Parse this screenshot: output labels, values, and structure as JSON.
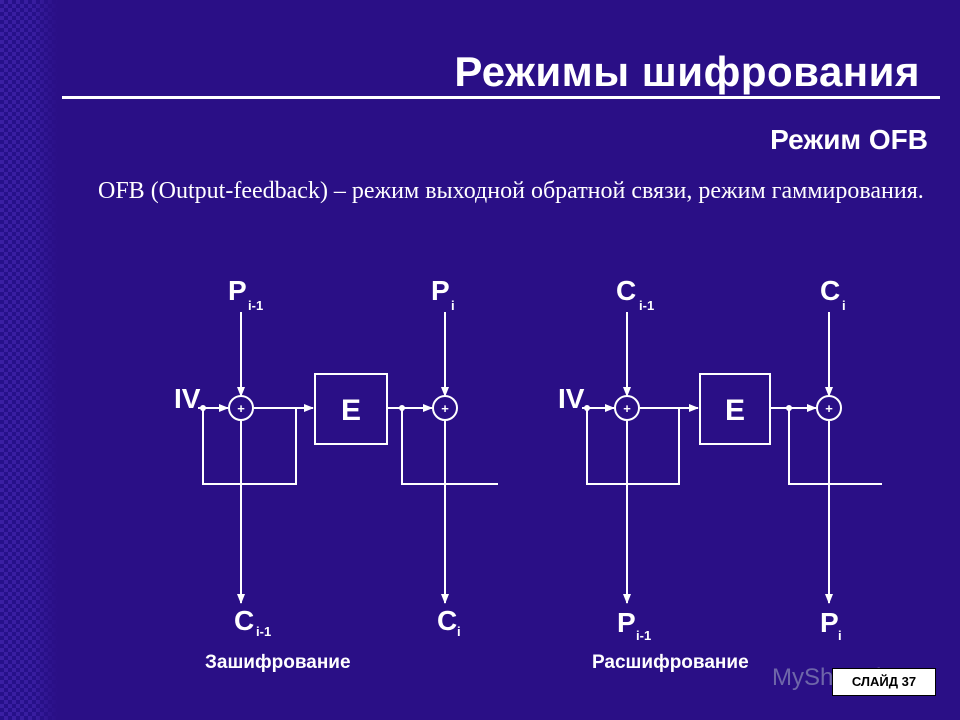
{
  "slide": {
    "title": "Режимы шифрования",
    "subtitle": "Режим OFB",
    "description": "OFB (Output-feedback) – режим выходной обратной связи, режим гаммирования.",
    "slide_badge": "СЛАЙД 37",
    "watermark": "MyShared"
  },
  "diagram": {
    "encryption": {
      "caption": "Зашифрование",
      "iv": "IV",
      "block": "E",
      "xor_symbol": "+",
      "input1": {
        "base": "P",
        "sub": "i-1"
      },
      "input2": {
        "base": "P",
        "sub": "i"
      },
      "output1": {
        "base": "C",
        "sub": "i-1"
      },
      "output2": {
        "base": "C",
        "sub": "i"
      }
    },
    "decryption": {
      "caption": "Расшифрование",
      "iv": "IV",
      "block": "E",
      "xor_symbol": "+",
      "input1": {
        "base": "C",
        "sub": "i-1"
      },
      "input2": {
        "base": "C",
        "sub": "i"
      },
      "output1": {
        "base": "P",
        "sub": "i-1"
      },
      "output2": {
        "base": "P",
        "sub": "i"
      }
    }
  }
}
